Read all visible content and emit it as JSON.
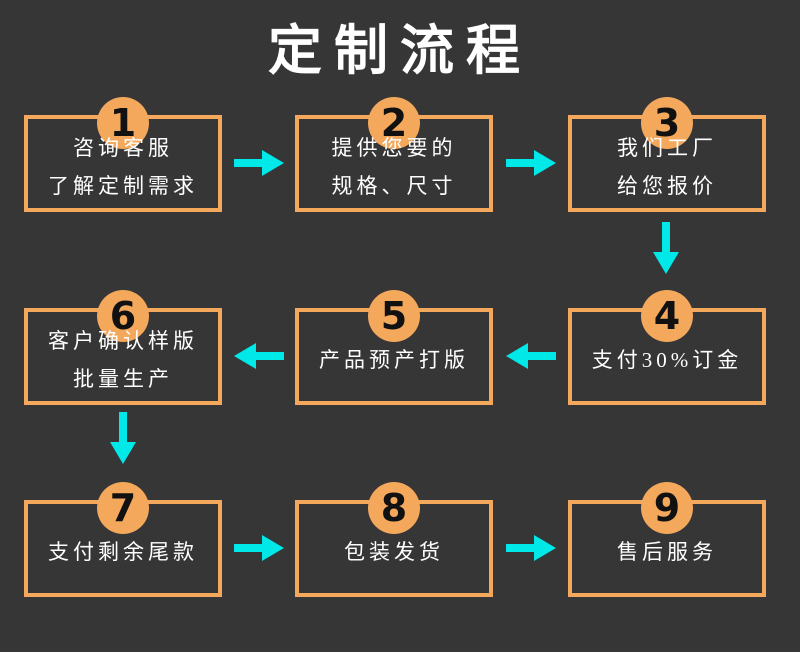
{
  "title": "定制流程",
  "colors": {
    "background": "#363636",
    "box_border": "#F3A85C",
    "badge_fill": "#F3A85C",
    "badge_number": "#111111",
    "arrow": "#00E8E8",
    "text": "#FFFFFF"
  },
  "steps": [
    {
      "number": "1",
      "line1": "咨询客服",
      "line2": "了解定制需求"
    },
    {
      "number": "2",
      "line1": "提供您要的",
      "line2": "规格、尺寸"
    },
    {
      "number": "3",
      "line1": "我们工厂",
      "line2": "给您报价"
    },
    {
      "number": "4",
      "line1": "支付30%订金"
    },
    {
      "number": "5",
      "line1": "产品预产打版"
    },
    {
      "number": "6",
      "line1": "客户确认样版",
      "line2": "批量生产"
    },
    {
      "number": "7",
      "line1": "支付剩余尾款"
    },
    {
      "number": "8",
      "line1": "包装发货"
    },
    {
      "number": "9",
      "line1": "售后服务"
    }
  ]
}
